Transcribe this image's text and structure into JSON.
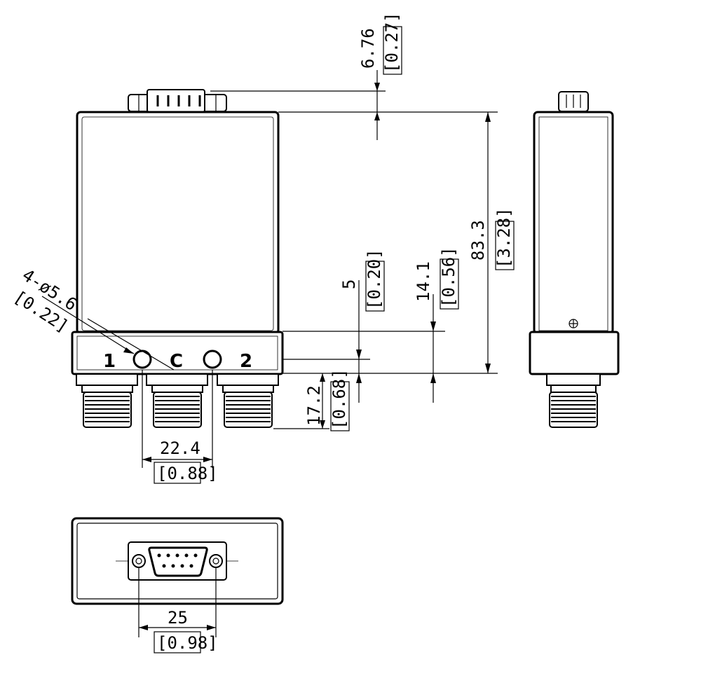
{
  "dimensions": {
    "top_height": {
      "mm": "6.76",
      "inch": "[0.27]"
    },
    "overall_height": {
      "mm": "83.3",
      "inch": "[3.28]"
    },
    "hole_spec": {
      "mm": "4-ø5.6",
      "inch": "[0.22]"
    },
    "hole_offset": {
      "mm": "5",
      "inch": "[0.20]"
    },
    "base_height": {
      "mm": "14.1",
      "inch": "[0.56]"
    },
    "connector_length": {
      "mm": "17.2",
      "inch": "[0.68]"
    },
    "port_spacing": {
      "mm": "22.4",
      "inch": "[0.88]"
    },
    "dsub_spacing": {
      "mm": "25",
      "inch": "[0.98]"
    }
  },
  "ports": {
    "p1": "1",
    "pc": "C",
    "p2": "2"
  }
}
